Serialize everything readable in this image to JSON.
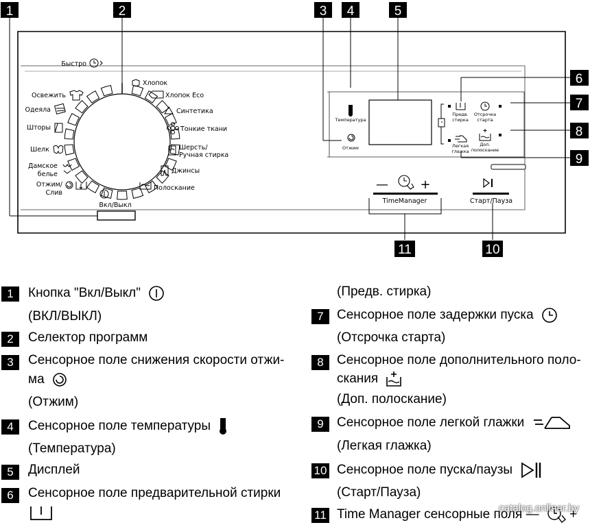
{
  "panel": {
    "programs": {
      "bystro": "Быстро",
      "osvezhit": "Освежить",
      "odeyala": "Одеяла",
      "shtory": "Шторы",
      "shelk": "Шелк",
      "damskoe": "Дамское",
      "bele": "белье",
      "otzhim_sliv_1": "Отжим/",
      "otzhim_sliv_2": "Слив",
      "khlopok": "Хлопок",
      "khlopok_eco": "Хлопок Eco",
      "sintetika": "Синтетика",
      "tonkie_tkani": "Тонкие ткани",
      "sherst_1": "Шерсть/",
      "sherst_2": "Ручная стирка",
      "dzhinsy": "Джинсы",
      "poloskanie": "Полоскание"
    },
    "power_label": "Вкл/Выкл",
    "temperature_label": "Температура",
    "spin_label": "Отжим",
    "prewash_1": "Предв.",
    "prewash_2": "стирка",
    "delay_1": "Отсрочка",
    "delay_2": "старта",
    "easy_iron_1": "Легкая",
    "easy_iron_2": "глажка",
    "extra_rinse_1": "Доп.",
    "extra_rinse_2": "полоскание",
    "time_manager": "TimeManager",
    "time_minus": "—",
    "time_plus": "+",
    "start_pause": "Старт/Пауза"
  },
  "callouts": [
    "1",
    "2",
    "3",
    "4",
    "5",
    "6",
    "7",
    "8",
    "9",
    "10",
    "11"
  ],
  "legend": {
    "items": [
      {
        "num": "1",
        "line1": "Кнопка \"Вкл/Выкл\"",
        "line2": "(ВКЛ/ВЫКЛ)"
      },
      {
        "num": "2",
        "line1": "Селектор программ"
      },
      {
        "num": "3",
        "line1": "Сенсорное поле снижения скорости отжи-",
        "line2": "ма",
        "line3": "(Отжим)"
      },
      {
        "num": "4",
        "line1": "Сенсорное поле температуры",
        "line2": "(Температура)"
      },
      {
        "num": "5",
        "line1": "Дисплей"
      },
      {
        "num": "6",
        "line1": "Сенсорное поле предварительной стирки",
        "line3": "(Предв. стирка)"
      },
      {
        "num": "7",
        "line1": "Сенсорное поле задержки пуска",
        "line2": "(Отсрочка старта)"
      },
      {
        "num": "8",
        "line1": "Сенсорное поле дополнительного поло-",
        "line2": "скания",
        "line3": "(Доп. полоскание)"
      },
      {
        "num": "9",
        "line1": "Сенсорное поле легкой глажки",
        "line2": "(Легкая глажка)"
      },
      {
        "num": "10",
        "line1": "Сенсорное поле пуска/паузы",
        "line2": "(Старт/Пауза)"
      },
      {
        "num": "11",
        "line1": "Time Manager сенсорные поля",
        "line1_suffix_minus": "—",
        "line1_suffix_plus": "+"
      }
    ]
  },
  "watermark": "catalog.onliner.by",
  "icons": [
    "power-icon",
    "clock-arrow-icon",
    "shirt-icon",
    "cotton-icon",
    "eco-tag-icon",
    "triangle-icon",
    "flower-icon",
    "wool-icon",
    "jeans-icon",
    "rinse-icon",
    "spin-icon",
    "thermometer-icon",
    "prewash-icon",
    "delay-icon",
    "iron-icon",
    "extra-rinse-icon",
    "play-pause-icon",
    "hand-clock-icon"
  ]
}
